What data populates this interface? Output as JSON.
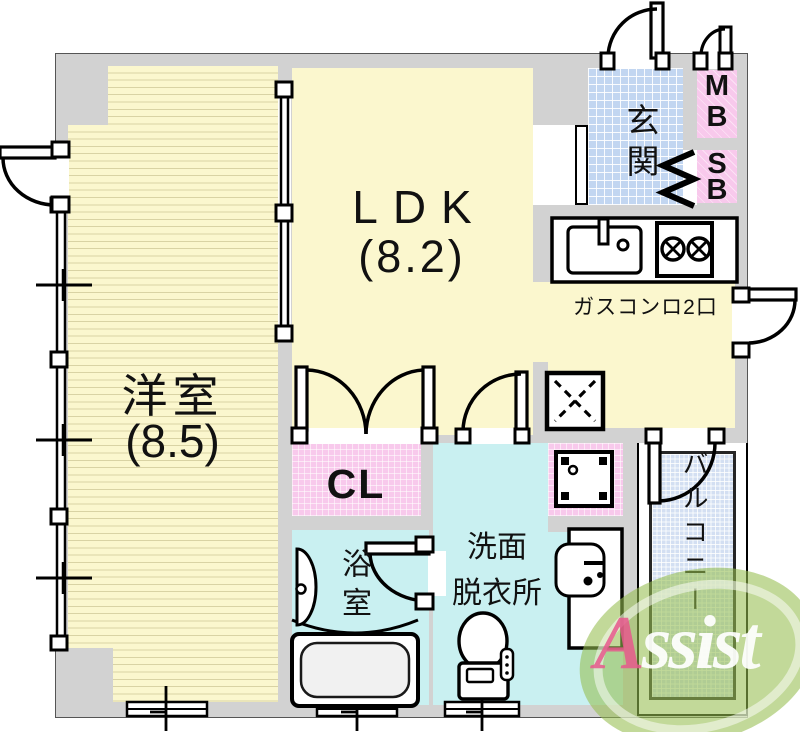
{
  "plan": {
    "labels": {
      "ldk": "LDK",
      "ldk_size": "(8.2)",
      "western": "洋室",
      "western_size": "(8.5)",
      "entrance": "玄関",
      "closet": "CL",
      "bath": "浴室",
      "washroom": [
        "洗面",
        "脱衣所"
      ],
      "balcony": "バルコニー",
      "meter_box": [
        "M",
        "B"
      ],
      "shoe_box": [
        "S",
        "B"
      ],
      "stove_note": "ガスコンロ2口"
    },
    "logo": {
      "first": "A",
      "rest": "ssist"
    },
    "colors": {
      "floor_yellow": "#FBF7CE",
      "floor_stripe": "#D9D3A4",
      "tile_blue": "#C2D6F1",
      "fixture_pink": "#F8C9EC",
      "wet_cyan": "#C9F0F1",
      "wall_gray": "#D2D2D2",
      "line_black": "#000000",
      "logo_green": "#96BE50",
      "logo_pink": "#E6588C"
    }
  }
}
